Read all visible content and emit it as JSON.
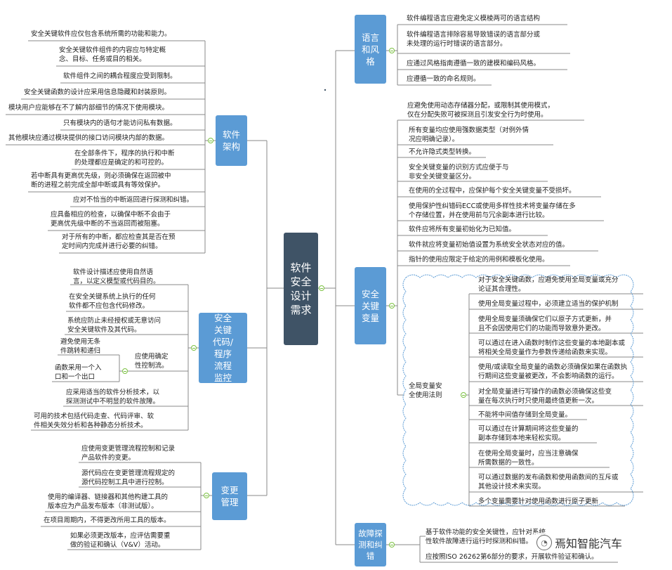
{
  "root": {
    "label": "软件\n安全\n设计\n需求"
  },
  "categories": {
    "arch": "软件\n架构",
    "lang": "语言\n和风\n格",
    "vars": "安全\n关键\n变量",
    "code": "安全\n关键\n代码/\n程序\n流程\n监控",
    "change": "变更\n管理",
    "fault": "故障探\n测和纠\n错"
  },
  "arch_items": [
    "安全关键软件应仅包含系统所需的功能和能力。",
    "安全关键软件组件的内容应与特定概\n念、目标、任务或目的相关。",
    "软件组件之间的耦合程度应受到限制。",
    "安全关键函数的设计应采用信息隐藏和封装原则。",
    "模块用户应能够在不了解内部细节的情况下使用模块。",
    "只有模块内的语句才能访问私有数据。",
    "其他模块应通过模块提供的接口访问模块内部的数据。",
    "在全部条件下，程序的执行和中断\n的处理都应是确定的和可控的。",
    "若中断具有更高优先级，则必须确保在返回被中\n断的进程之前完成全部中断或具有等效保护。",
    "应对不恰当的中断返回进行探测和纠错。",
    "应具备相应的检查，以确保中断不会由于\n更高优先级中断的不当返回而被阻塞。",
    "对于所有的中断，都应检查其是否在预\n定时间内完成并进行必要的纠错。"
  ],
  "lang_items": [
    "软件编程语言应避免定义模棱两可的语言结构",
    "软件编程语言排除容易导致错误的语言部分或\n未处理的运行时错误的语言部分。",
    "应通过风格指南遵循一致的建模和编码风格。",
    "应遵循一致的命名规则。"
  ],
  "vars_items": [
    "应避免使用动态存储器分配，或限制其使用模式，\n仅在分配失败可被探测且引发安全行为时使用。",
    "所有变量均应使用强数据类型（对例外情\n况应明确记录）。",
    "不允许隐式类型转换。",
    "安全关键变量的识别方式应便于与\n非安全关键变量区分。",
    "在使用的全过程中，应保护每个安全关键变量不受损坏。",
    "使用保护性纠错码ECC或使用多样性技术将变量存储在多\n个存储位置，并在使用前与冗余副本进行比较。",
    "软件应将所有变量初始化为已知值。",
    "软件就应将变量初始值设置为系统安全状态对应的值。",
    "指针的使用应限定于给定的用例和模板化使用。"
  ],
  "global_label": "全局变量安\n全使用法则",
  "global_items": [
    "对于安全关键函数，应避免使用全局变量或充分\n论证其合理性。",
    "使用全局变量过程中，必须建立适当的保护机制",
    "使用全局变量须确保它们以原子方式更新，并\n且不会因使用它们的功能而导致意外更改。",
    "可以通过在进入函数时制作这些变量的本地副本或\n将相关全局变量作为参数传递给函数来实现。",
    "使用/或读取全局变量的函数必须确保如果在函数执\n行期间这些变量被更改，不会影响函数的运行。",
    "对全局变量进行写操作的函数必须确保这些变\n量在每次执行时只使用最终值更新一次。",
    "不能将中间值存储到全局变量。",
    "可以通过在计算期间将这些变量的\n副本存储到本地来轻松实现。",
    "在使用全局变量时，应当注意确保\n所需数据的一致性。",
    "可以通过数据的发布函数和使用函数间的互斥或\n其他设计技术来实现。",
    "多个变量需要针对使用函数进行原子更新"
  ],
  "code_items": [
    "软件设计描述应使用自然语\n言，以定义模型或代码目的。",
    "在安全关键系统上执行的任何\n软件都不应包含代码修改。",
    "系统应防止未经授权或无意访问\n安全关键软件及其代码。",
    "应采用适当的软件分析技术，以\n探测测试中不明显的软件故障。",
    "可用的技术包括代码走查、代码评审、软\n件相关失效分析和各种静态分析技术。"
  ],
  "flow_label": "应使用确定\n性控制流。",
  "flow_items": [
    "避免使用无条\n件跳转和递归",
    "函数采用一个入\n口和一个出口"
  ],
  "change_items": [
    "应使用变更管理流程控制和记录\n产品软件的变更。",
    "源代码应在变更管理流程规定的\n源代码控制工具中进行控制。",
    "使用的编译器、链接器和其他构建工具的\n版本应为产品发布版本（非测试版）。",
    "在项目周期内，不得更改所用工具的版本。",
    "如果必须更改版本，应评估需要重\n做的验证和确认（V&V）活动。"
  ],
  "fault_items": [
    "基于软件功能的安全关键性，应针对系统\n性软件故障进行运行时探测和纠错。",
    "应按照ISO 26262第6部分的要求，开展软件验证和确认。"
  ],
  "watermark": {
    "text": "焉知智能汽车",
    "icon": "wechat-icon"
  },
  "colors": {
    "root": "#3f5366",
    "category": "#5b9bd5",
    "knob": "#7cc242",
    "line": "#888888",
    "cloud": "#5b9bd5"
  }
}
